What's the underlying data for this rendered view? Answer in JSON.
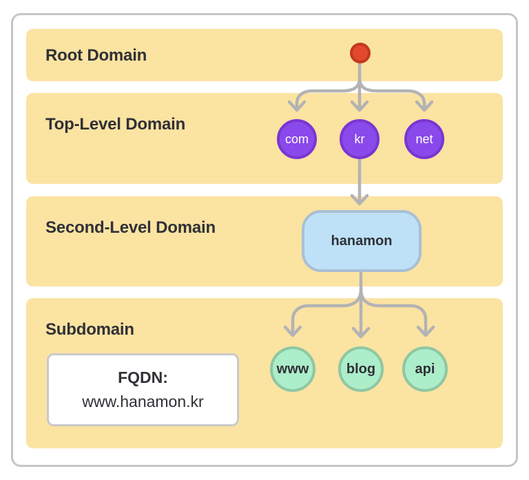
{
  "rows": [
    {
      "label": "Root Domain"
    },
    {
      "label": "Top-Level Domain"
    },
    {
      "label": "Second-Level Domain"
    },
    {
      "label": "Subdomain"
    }
  ],
  "nodes": {
    "root": {
      "icon": "red-dot"
    },
    "tld": [
      "com",
      "kr",
      "net"
    ],
    "sld": "hanamon",
    "subdomains": [
      "www",
      "blog",
      "api"
    ]
  },
  "fqdn": {
    "label": "FQDN:",
    "value": "www.hanamon.kr"
  },
  "colors": {
    "band_yellow": "#FBE3A2",
    "frame_border": "#C5C5C9",
    "arrow_gray": "#B3B3B4",
    "text_dark": "#303036",
    "root_dot_fill": "#E2492C",
    "root_dot_border": "#C2391D",
    "tld_fill": "#8A49EA",
    "tld_border": "#7A36D2",
    "tld_text": "#FFFFFF",
    "sld_fill": "#BEE1F8",
    "sld_border": "#A9C0D4",
    "sub_fill": "#ACEDCA",
    "sub_border": "#8FC7A3",
    "fqdn_bg": "#FFFFFF",
    "fqdn_border": "#C9C9C9"
  }
}
